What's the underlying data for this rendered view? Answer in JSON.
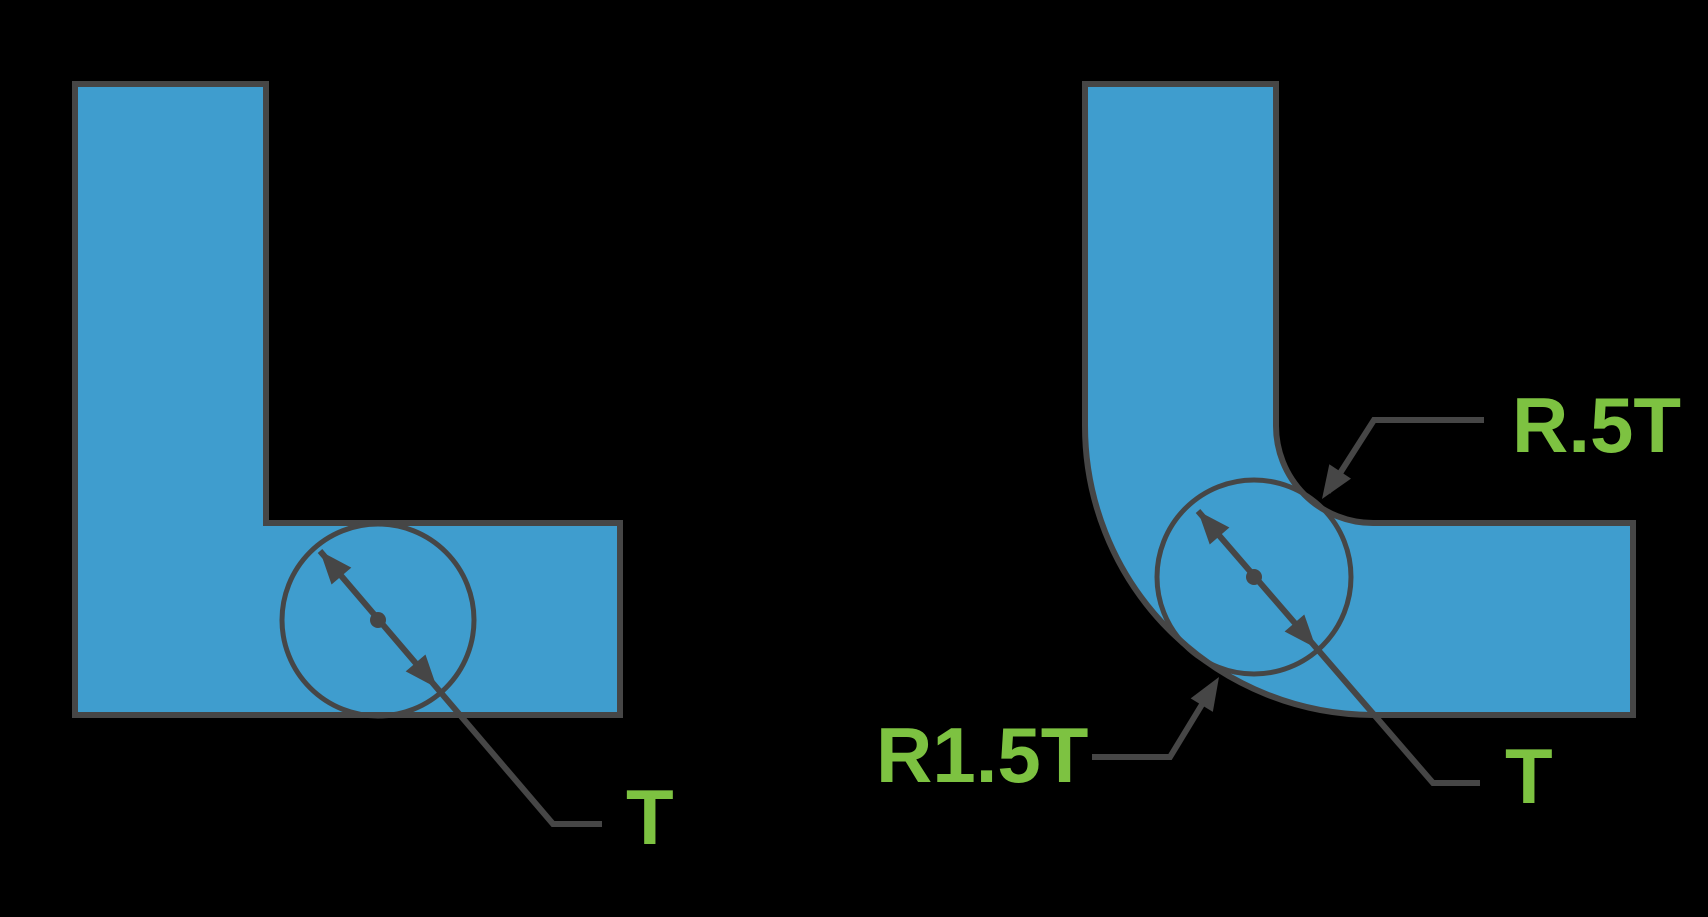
{
  "colors": {
    "background": "#000000",
    "partFill": "#3F9DCE",
    "outline": "#464646",
    "labelGreen": "#7DC241"
  },
  "left_diagram": {
    "thickness_label": "T"
  },
  "right_diagram": {
    "inner_radius_label": "R.5T",
    "outer_radius_label": "R1.5T",
    "thickness_label": "T"
  }
}
